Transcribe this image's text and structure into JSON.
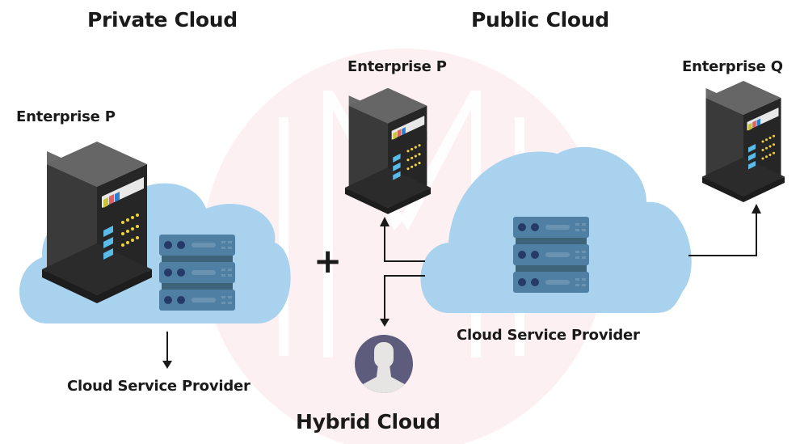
{
  "titles": {
    "private_cloud": "Private Cloud",
    "public_cloud": "Public Cloud",
    "hybrid_cloud": "Hybrid Cloud"
  },
  "labels": {
    "private_enterprise": "Enterprise P",
    "private_provider": "Cloud Service Provider",
    "public_enterprise_p": "Enterprise P",
    "public_enterprise_q": "Enterprise Q",
    "public_provider": "Cloud Service Provider"
  },
  "operator": "+",
  "colors": {
    "cloud": "#a9d2ef",
    "watermark_circle": "#fdf0f2",
    "server_dark": "#2e2e2e",
    "provider_server": "#4f7fa3",
    "user_avatar": "#5d5c7d",
    "arrow": "#1a1a1a"
  },
  "icons": {
    "enterprise_server": "server-tower-icon",
    "provider_server": "server-rack-icon",
    "user": "user-avatar-icon",
    "cloud": "cloud-icon"
  }
}
